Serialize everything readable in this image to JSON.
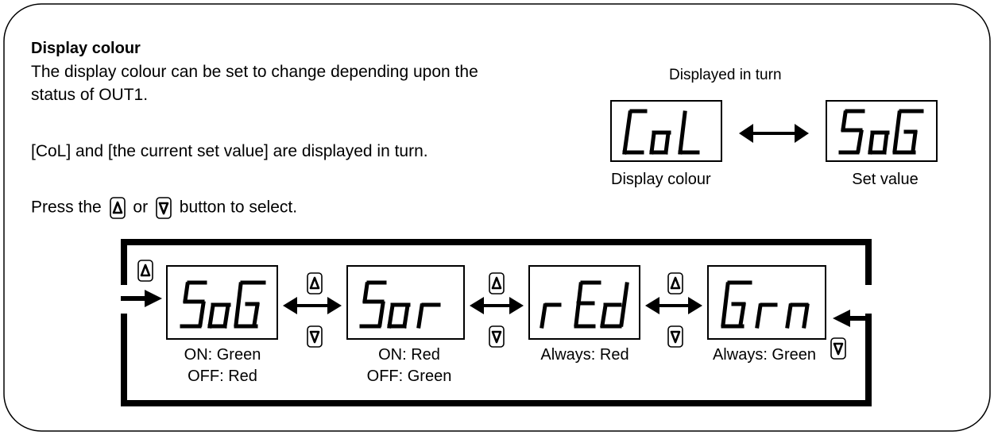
{
  "heading": "Display colour",
  "intro_line1": "The display colour can be set to change depending upon the",
  "intro_line2": "status of OUT1.",
  "turn_note": "[CoL] and [the current set value] are displayed in turn.",
  "press": {
    "before": "Press the",
    "middle": "or",
    "after": "button to select."
  },
  "displayed_in_turn": "Displayed in turn",
  "top_displays": [
    {
      "segments": "CoL",
      "caption": "Display colour"
    },
    {
      "segments": "SoG",
      "caption": "Set value"
    }
  ],
  "options": [
    {
      "segments": "SoG",
      "line1": "ON: Green",
      "line2": "OFF: Red"
    },
    {
      "segments": "Sor",
      "line1": "ON: Red",
      "line2": "OFF: Green"
    },
    {
      "segments": "rEd",
      "line1": "Always: Red",
      "line2": ""
    },
    {
      "segments": "Grn",
      "line1": "Always: Green",
      "line2": ""
    }
  ],
  "icons": {
    "up": "up-triangle-button-icon",
    "down": "down-triangle-button-icon"
  }
}
